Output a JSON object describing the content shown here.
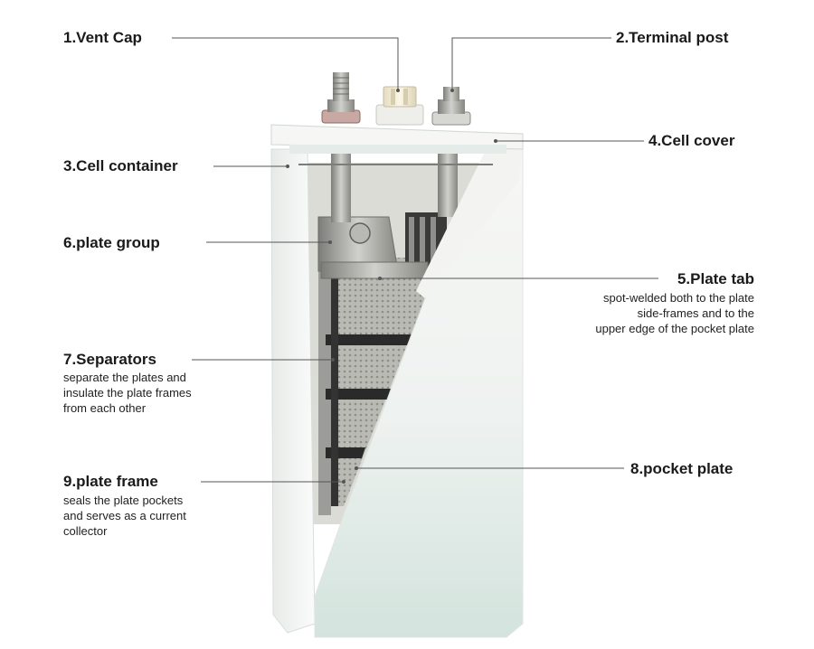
{
  "labels": {
    "vent_cap": "1.Vent  Cap",
    "terminal_post": "2.Terminal post",
    "cell_container": "3.Cell container",
    "cell_cover": "4.Cell cover",
    "plate_tab": "5.Plate tab",
    "plate_tab_desc": "spot-welded both to the plate\nside-frames and to the\nupper edge of the pocket plate",
    "plate_group": "6.plate group",
    "separators": "7.Separators",
    "separators_desc": "separate the plates and\ninsulate the plate frames\nfrom each other",
    "pocket_plate": "8.pocket plate",
    "plate_frame": "9.plate frame",
    "plate_frame_desc": "seals the plate pockets\nand serves as a current\ncollector"
  },
  "colors": {
    "label": "#1a1a1a",
    "leader": "#555555",
    "container_white": "#f4f6f5",
    "container_shadow": "#c9d8d3",
    "metal": "#a9aaa6",
    "separator": "#2a2a2a",
    "vent_cap": "#f1ead4"
  }
}
